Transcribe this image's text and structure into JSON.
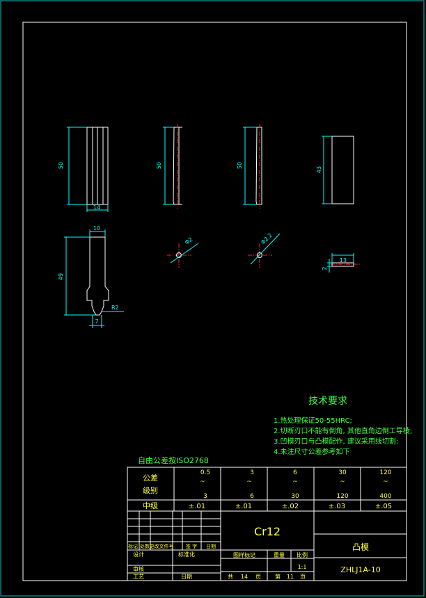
{
  "colors": {
    "background": "#000000",
    "frame": "#ffffff",
    "outline": "#ffffff",
    "dimension": "#00ffff",
    "centerline": "#ff2020",
    "text_green": "#40ff40",
    "text_yellow": "#ffff40",
    "border_outer": "#00c8c8"
  },
  "dimensions": {
    "view1_height": "50",
    "view1_width": "14",
    "view2_height": "50",
    "view3_height": "50",
    "view4_height": "43",
    "bottom_top_width": "10",
    "bottom_height": "49",
    "bottom_radius": "R2",
    "bottom_tip": "7",
    "circle1_label": "Φ2",
    "circle2_label": "Φ2.2",
    "small_width": "13",
    "small_height": "2"
  },
  "tech": {
    "title": "技术要求",
    "lines": [
      "1.热处理保证50-55HRC;",
      "2.切断刃口不能有倒角, 其他直角边倒工导棱;",
      "3.凹模刃口与凸模配作, 建议采用线切割;",
      "4.未注尺寸公差参考如下"
    ]
  },
  "tolerance": {
    "caption": "自由公差按ISO2768",
    "grade_label": "公差\n级别",
    "grade_label_1": "公差",
    "grade_label_2": "级别",
    "mid_label": "中级",
    "ranges": [
      {
        "top": "0.5",
        "mid": "~",
        "bot": "3"
      },
      {
        "top": "3",
        "mid": "~",
        "bot": "6"
      },
      {
        "top": "6",
        "mid": "~",
        "bot": "30"
      },
      {
        "top": "30",
        "mid": "~",
        "bot": "120"
      },
      {
        "top": "120",
        "mid": "~",
        "bot": "400"
      }
    ],
    "values": [
      "±.01",
      "±.01",
      "±.02",
      "±.03",
      "±.05"
    ]
  },
  "titleblock": {
    "material": "Cr12",
    "part_name": "凸模",
    "drawing_no": "ZHLJ1A-10",
    "row_labels": [
      "标记",
      "处数",
      "更改文件号",
      "签 字",
      "日期"
    ],
    "design": "设计",
    "standardize": "标准化",
    "review": "审核",
    "process": "工艺",
    "date": "日期",
    "stage_mark": "图样标记",
    "weight": "重量",
    "scale": "比例",
    "scale_value": "1:1",
    "total": "共",
    "total_pages": "14",
    "page_unit": "页",
    "sheet": "第",
    "sheet_no": "11"
  }
}
